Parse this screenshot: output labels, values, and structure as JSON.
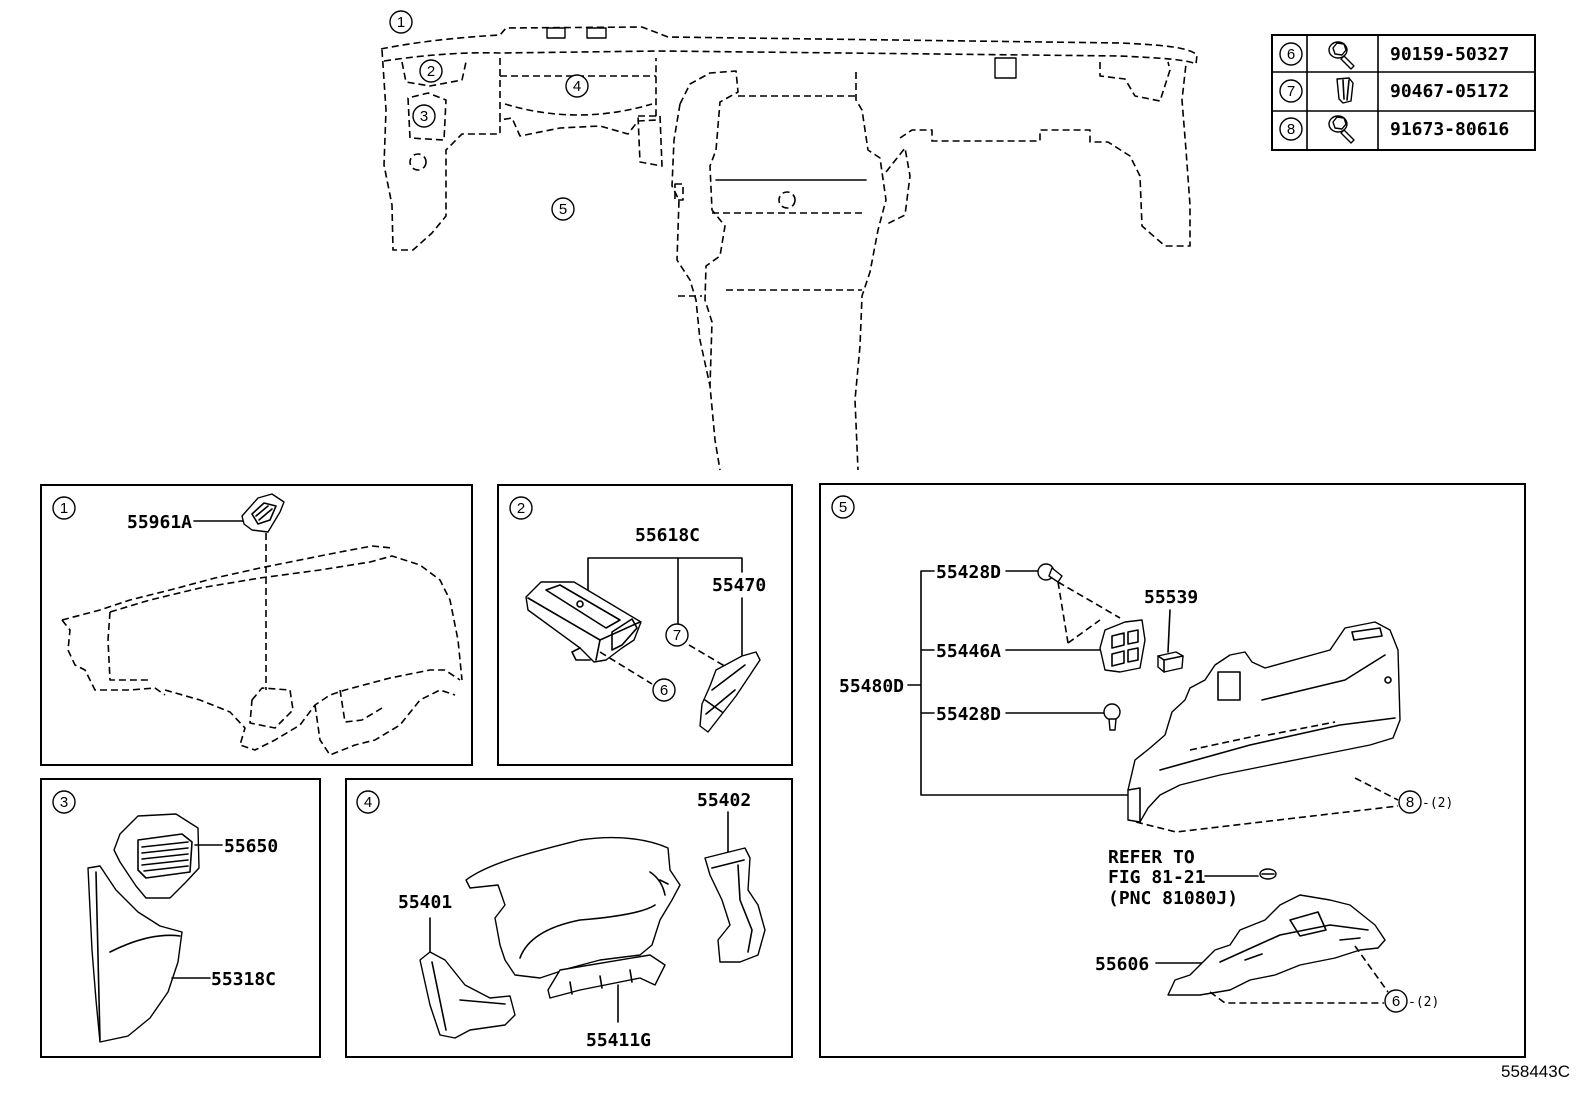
{
  "colors": {
    "ink": "#000000",
    "background": "#ffffff"
  },
  "overview": {
    "callouts": [
      "1",
      "2",
      "3",
      "4",
      "5"
    ]
  },
  "fastener_table": {
    "rows": [
      {
        "ref": "6",
        "icon": "bolt-washer-icon",
        "part_no": "90159-50327"
      },
      {
        "ref": "7",
        "icon": "clip-icon",
        "part_no": "90467-05172"
      },
      {
        "ref": "8",
        "icon": "bolt-washer-icon",
        "part_no": "91673-80616"
      }
    ]
  },
  "detail_1": {
    "ref": "1",
    "parts": [
      "55961A"
    ]
  },
  "detail_2": {
    "ref": "2",
    "parts": [
      "55618C",
      "55470"
    ],
    "callouts": [
      {
        "ref": "7"
      },
      {
        "ref": "6"
      }
    ]
  },
  "detail_3": {
    "ref": "3",
    "parts": [
      "55650",
      "55318C"
    ]
  },
  "detail_4": {
    "ref": "4",
    "parts": [
      "55402",
      "55401",
      "55411G"
    ]
  },
  "detail_5": {
    "ref": "5",
    "parts": [
      "55428D",
      "55539",
      "55446A",
      "55480D",
      "55428D",
      "55606"
    ],
    "note": [
      "REFER TO",
      "FIG 81-21",
      "(PNC 81080J)"
    ],
    "callouts": [
      {
        "ref": "8",
        "qty": "-(2)"
      },
      {
        "ref": "6",
        "qty": "-(2)"
      }
    ]
  },
  "diagram_code": "558443C"
}
